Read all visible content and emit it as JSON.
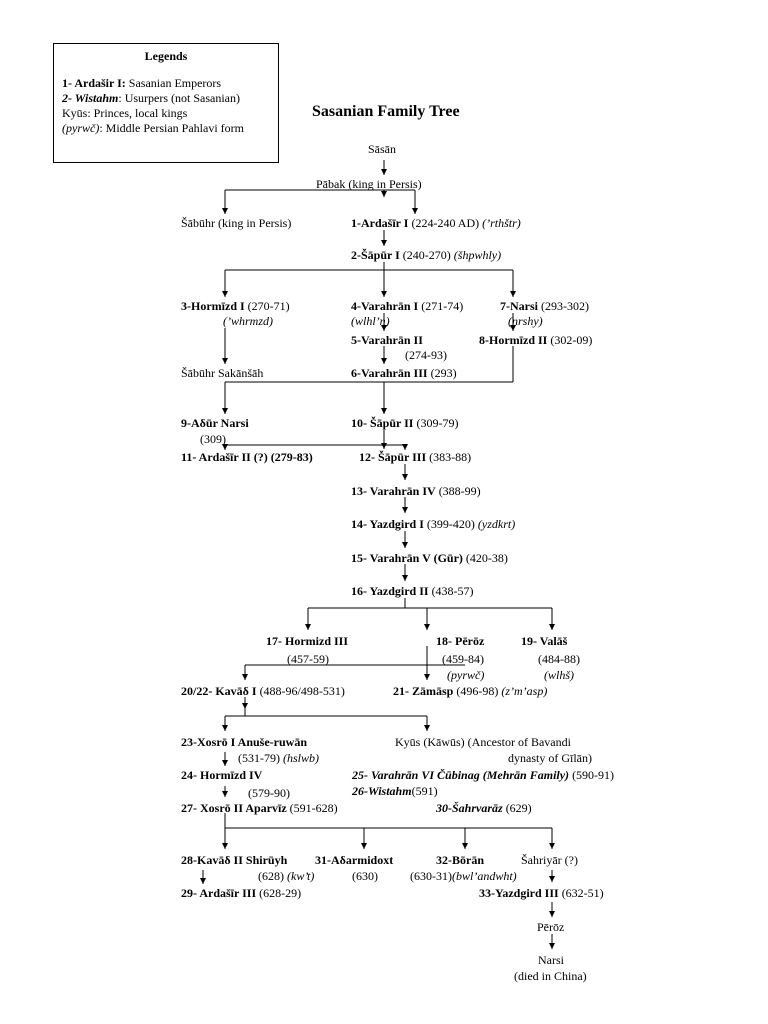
{
  "legend": {
    "title": "Legends",
    "row1_key": "1- Ardašir I:",
    "row1_text": " Sasanian Emperors",
    "row2_key": "2- Wistahm",
    "row2_text": ": Usurpers (not Sasanian)",
    "row3_text": "Kyūs: Princes, local kings",
    "row4_key": "(pyrwč)",
    "row4_text": ": Middle Persian Pahlavi form"
  },
  "title": "Sasanian Family Tree",
  "nodes": {
    "sasan": "Sāsān",
    "pabak": "Pābak (king in Persis)",
    "sabuhr_persis": "Šābūhr (king in Persis)",
    "ardasir1_name": "1-Ardašīr I",
    "ardasir1_years": "(224-240 AD)",
    "ardasir1_pahlavi": "(’rthštr)",
    "sapur1_name": "2-Šāpūr I",
    "sapur1_years": "(240-270)",
    "sapur1_pahlavi": "(šhpwhly)",
    "hormizd1_name": "3-Hormīzd I",
    "hormizd1_years": "(270-71)",
    "hormizd1_pahlavi": "(’whrmzd)",
    "varahran1_name": "4-Varahrān I",
    "varahran1_years": "(271-74)",
    "varahran1_pahlavi": "(wlhl’n)",
    "narsi7_name": "7-Narsi",
    "narsi7_years": "(293-302)",
    "narsi7_pahlavi": "(nrshy)",
    "varahran2_name": "5-Varahrān II",
    "varahran2_years": "(274-93)",
    "hormizd2_name": "8-Hormīzd II",
    "hormizd2_years": "(302-09)",
    "sabuhr_sakansah": "Šābūhr Sakānšāh",
    "varahran3_name": "6-Varahrān III",
    "varahran3_years": "(293)",
    "adur_narsi_name": "9-Aδūr Narsi",
    "adur_narsi_years": "(309)",
    "sapur2_name": "10- Šāpūr II",
    "sapur2_years": "(309-79)",
    "ardasir2": "11- Ardašīr II (?) (279-83)",
    "sapur3_name": "12- Šāpūr III",
    "sapur3_years": "(383-88)",
    "varahran4_name": "13- Varahrān IV",
    "varahran4_years": "(388-99)",
    "yazdgird1_name": "14- Yazdgird I",
    "yazdgird1_years": "(399-420)",
    "yazdgird1_pahlavi": "(yzdkrt)",
    "varahran5_name": "15- Varahrān V (Gūr)",
    "varahran5_years": "(420-38)",
    "yazdgird2_name": "16- Yazdgird II",
    "yazdgird2_years": "(438-57)",
    "hormizd3_name": "17- Hormizd III",
    "hormizd3_years": "(457-59)",
    "peroz_name": "18- Pērōz",
    "peroz_years": "(459-84)",
    "peroz_pahlavi": "(pyrwč)",
    "valas_name": "19- Valāš",
    "valas_years": "(484-88)",
    "valas_pahlavi": "(wlhš)",
    "kavad1_name": "20/22- Kavāδ I",
    "kavad1_years": "(488-96/498-531)",
    "zamasp_name": "21- Zāmāsp",
    "zamasp_years": "(496-98)",
    "zamasp_pahlavi": "(z’m’asp)",
    "xosro1_name": "23-Xosrō I Anuše-ruwān",
    "xosro1_years": "(531-79)",
    "xosro1_pahlavi": "(hslwb)",
    "kyus_line1": "Kyūs (Kāwūs) (Ancestor of Bavandi",
    "kyus_line2": "dynasty of Gīlān)",
    "hormizd4_name": "24- Hormīzd IV",
    "hormizd4_years": "(579-90)",
    "varahran6_name": "25- Varahrān VI Čūbinag (Mehrān Family)",
    "varahran6_years": "(590-91)",
    "wistahm_name": "26-Wistahm",
    "wistahm_years": "(591)",
    "xosro2_name": "27- Xosrō II Aparvīz",
    "xosro2_years": "(591-628)",
    "sahrvaraz_name": "30-Šahrvarāz",
    "sahrvaraz_years": "(629)",
    "kavad2_name": "28-Kavāδ II Shirūyh",
    "kavad2_years": "(628)",
    "kavad2_pahlavi": "(kw’t)",
    "adarmidoxt_name": "31-Aδarmidoxt",
    "adarmidoxt_years": "(630)",
    "boran_name": "32-Bōrān",
    "boran_years": "(630-31)",
    "boran_pahlavi": "(bwl’andwht)",
    "sahriyar": "Šahriyār (?)",
    "ardasir3_name": "29- Ardašīr III",
    "ardasir3_years": "(628-29)",
    "yazdgird3_name": "33-Yazdgird III",
    "yazdgird3_years": "(632-51)",
    "peroz_last": "Pērōz",
    "narsi_last": "Narsi",
    "narsi_last_note": "(died in China)"
  }
}
